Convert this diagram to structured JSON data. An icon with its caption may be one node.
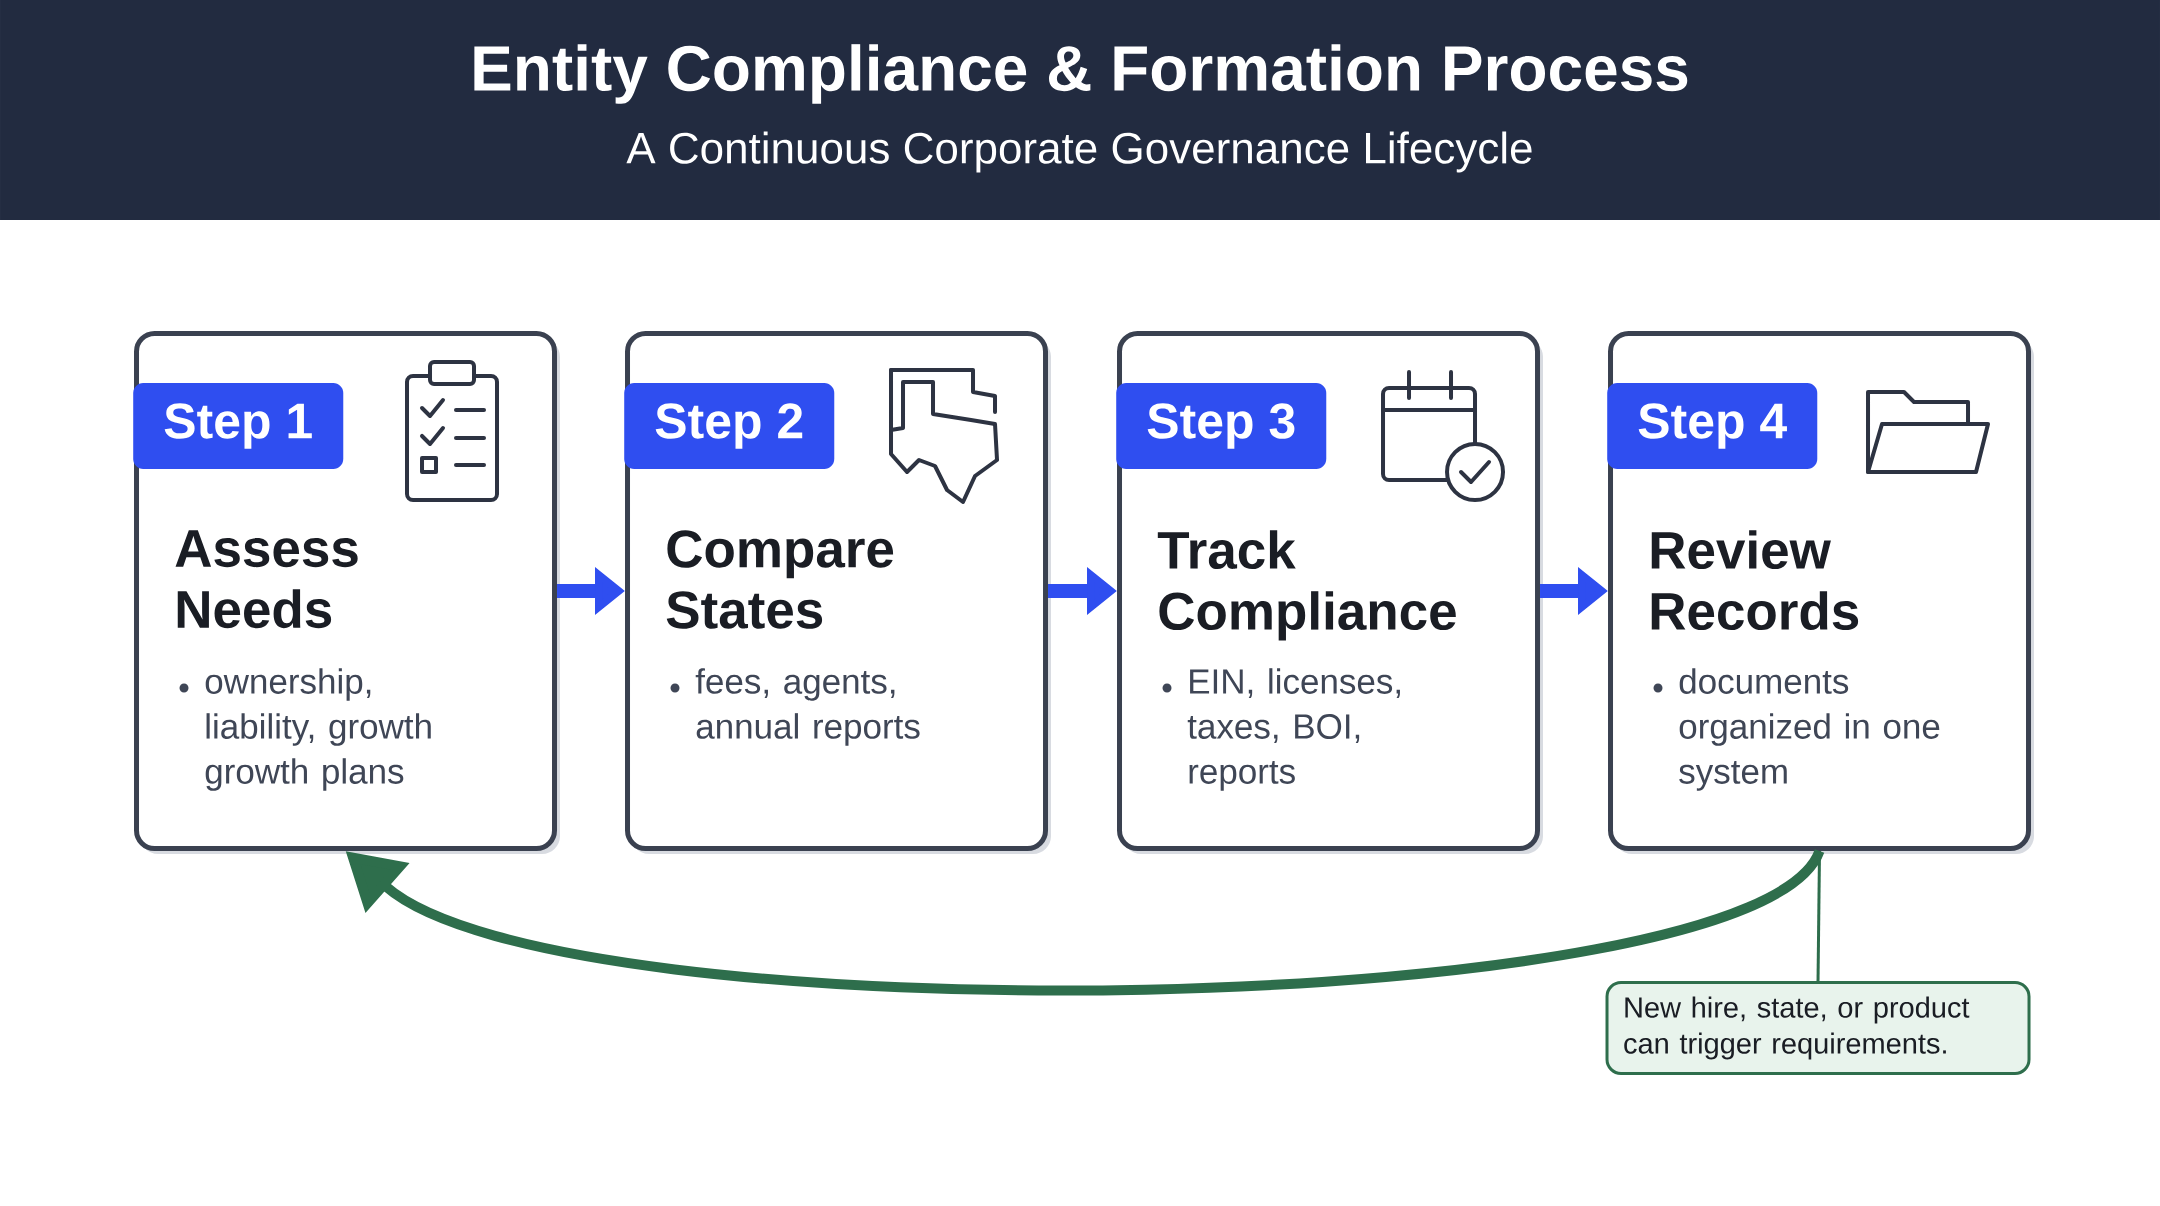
{
  "diagram": {
    "title": "Entity Compliance & Formation Process",
    "nodes": [
      {
        "text": [
          "Step 1",
          "Assess Needs",
          "ownership, liability, growth growth plans"
        ]
      },
      {
        "text": [
          "Step 2",
          "Compare States",
          "fees, agents, annual reports"
        ]
      },
      {
        "text": [
          "Step 3",
          "Track Compliance",
          "EIN, licenses, taxes, BOI, reports"
        ]
      },
      {
        "text": [
          "Step 4",
          "Review Records",
          "documents organized in one system"
        ]
      },
      {
        "text": [
          "New hire, state, or product can trigger requirements."
        ]
      }
    ],
    "edges": [
      {
        "from": 0,
        "to": 1,
        "arrow": "to"
      },
      {
        "from": 1,
        "to": 2,
        "arrow": "to"
      },
      {
        "from": 2,
        "to": 3,
        "arrow": "to"
      },
      {
        "from": 3,
        "to": 0,
        "arrow": "to",
        "color": "#2e6e4c"
      },
      {
        "from": 4,
        "to": 3,
        "arrow": "none",
        "color": "#2e6e4c"
      }
    ],
    "labels": [
      "A Continuous Corporate Governance Lifecycle"
    ]
  }
}
